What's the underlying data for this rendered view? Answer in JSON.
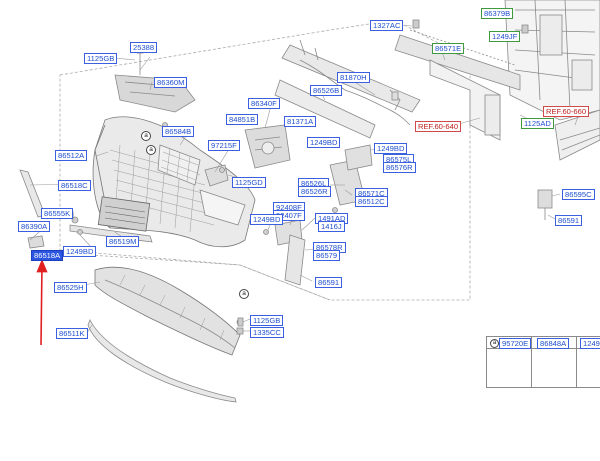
{
  "labels": {
    "l25388": "25388",
    "l1125gb_a": "1125GB",
    "l86360m": "86360M",
    "l86512a": "86512A",
    "l86584b": "86584B",
    "l84851b": "84851B",
    "l86340f": "86340F",
    "l81371a": "81371A",
    "l97215f": "97215F",
    "l1125gd": "1125GD",
    "l86518c": "86518C",
    "l86555k": "86555K",
    "l86390a": "86390A",
    "l86519m": "86519M",
    "l1249bd_a": "1249BD",
    "l86518a_sel": "86518A",
    "l86525h": "86525H",
    "l86511k": "86511K",
    "l1125gb_b": "1125GB",
    "l1335cc": "1335CC",
    "l1327ac": "1327AC",
    "l86571e": "86571E",
    "l81870h": "81870H",
    "l86526b": "86526B",
    "lref60640": "REF.60-640",
    "l86379b": "86379B",
    "l1249jf": "1249JF",
    "l1125ad": "1125AD",
    "lref60660": "REF.60-660",
    "l1249bd_b": "1249BD",
    "l1249bd_c": "1249BD",
    "l86575l": "86575L",
    "l86576r": "86576R",
    "l86526l": "86526L",
    "l86526r": "86526R",
    "l86571c": "86571C",
    "l86512c": "86512C",
    "l92408f": "92408F",
    "l92407f": "92407F",
    "l1249bd_d": "1249BD",
    "l1491ad": "1491AD",
    "l1416j": "1416J",
    "l86578r": "86578R",
    "l86579": "86579",
    "l86591_a": "86591",
    "l86595c": "86595C",
    "l86591_b": "86591"
  },
  "legend": {
    "col1_mark": "a",
    "col1_label": "95720E",
    "col2_label": "86848A",
    "col3_label": "1249"
  },
  "callouts": {
    "a": "a"
  }
}
